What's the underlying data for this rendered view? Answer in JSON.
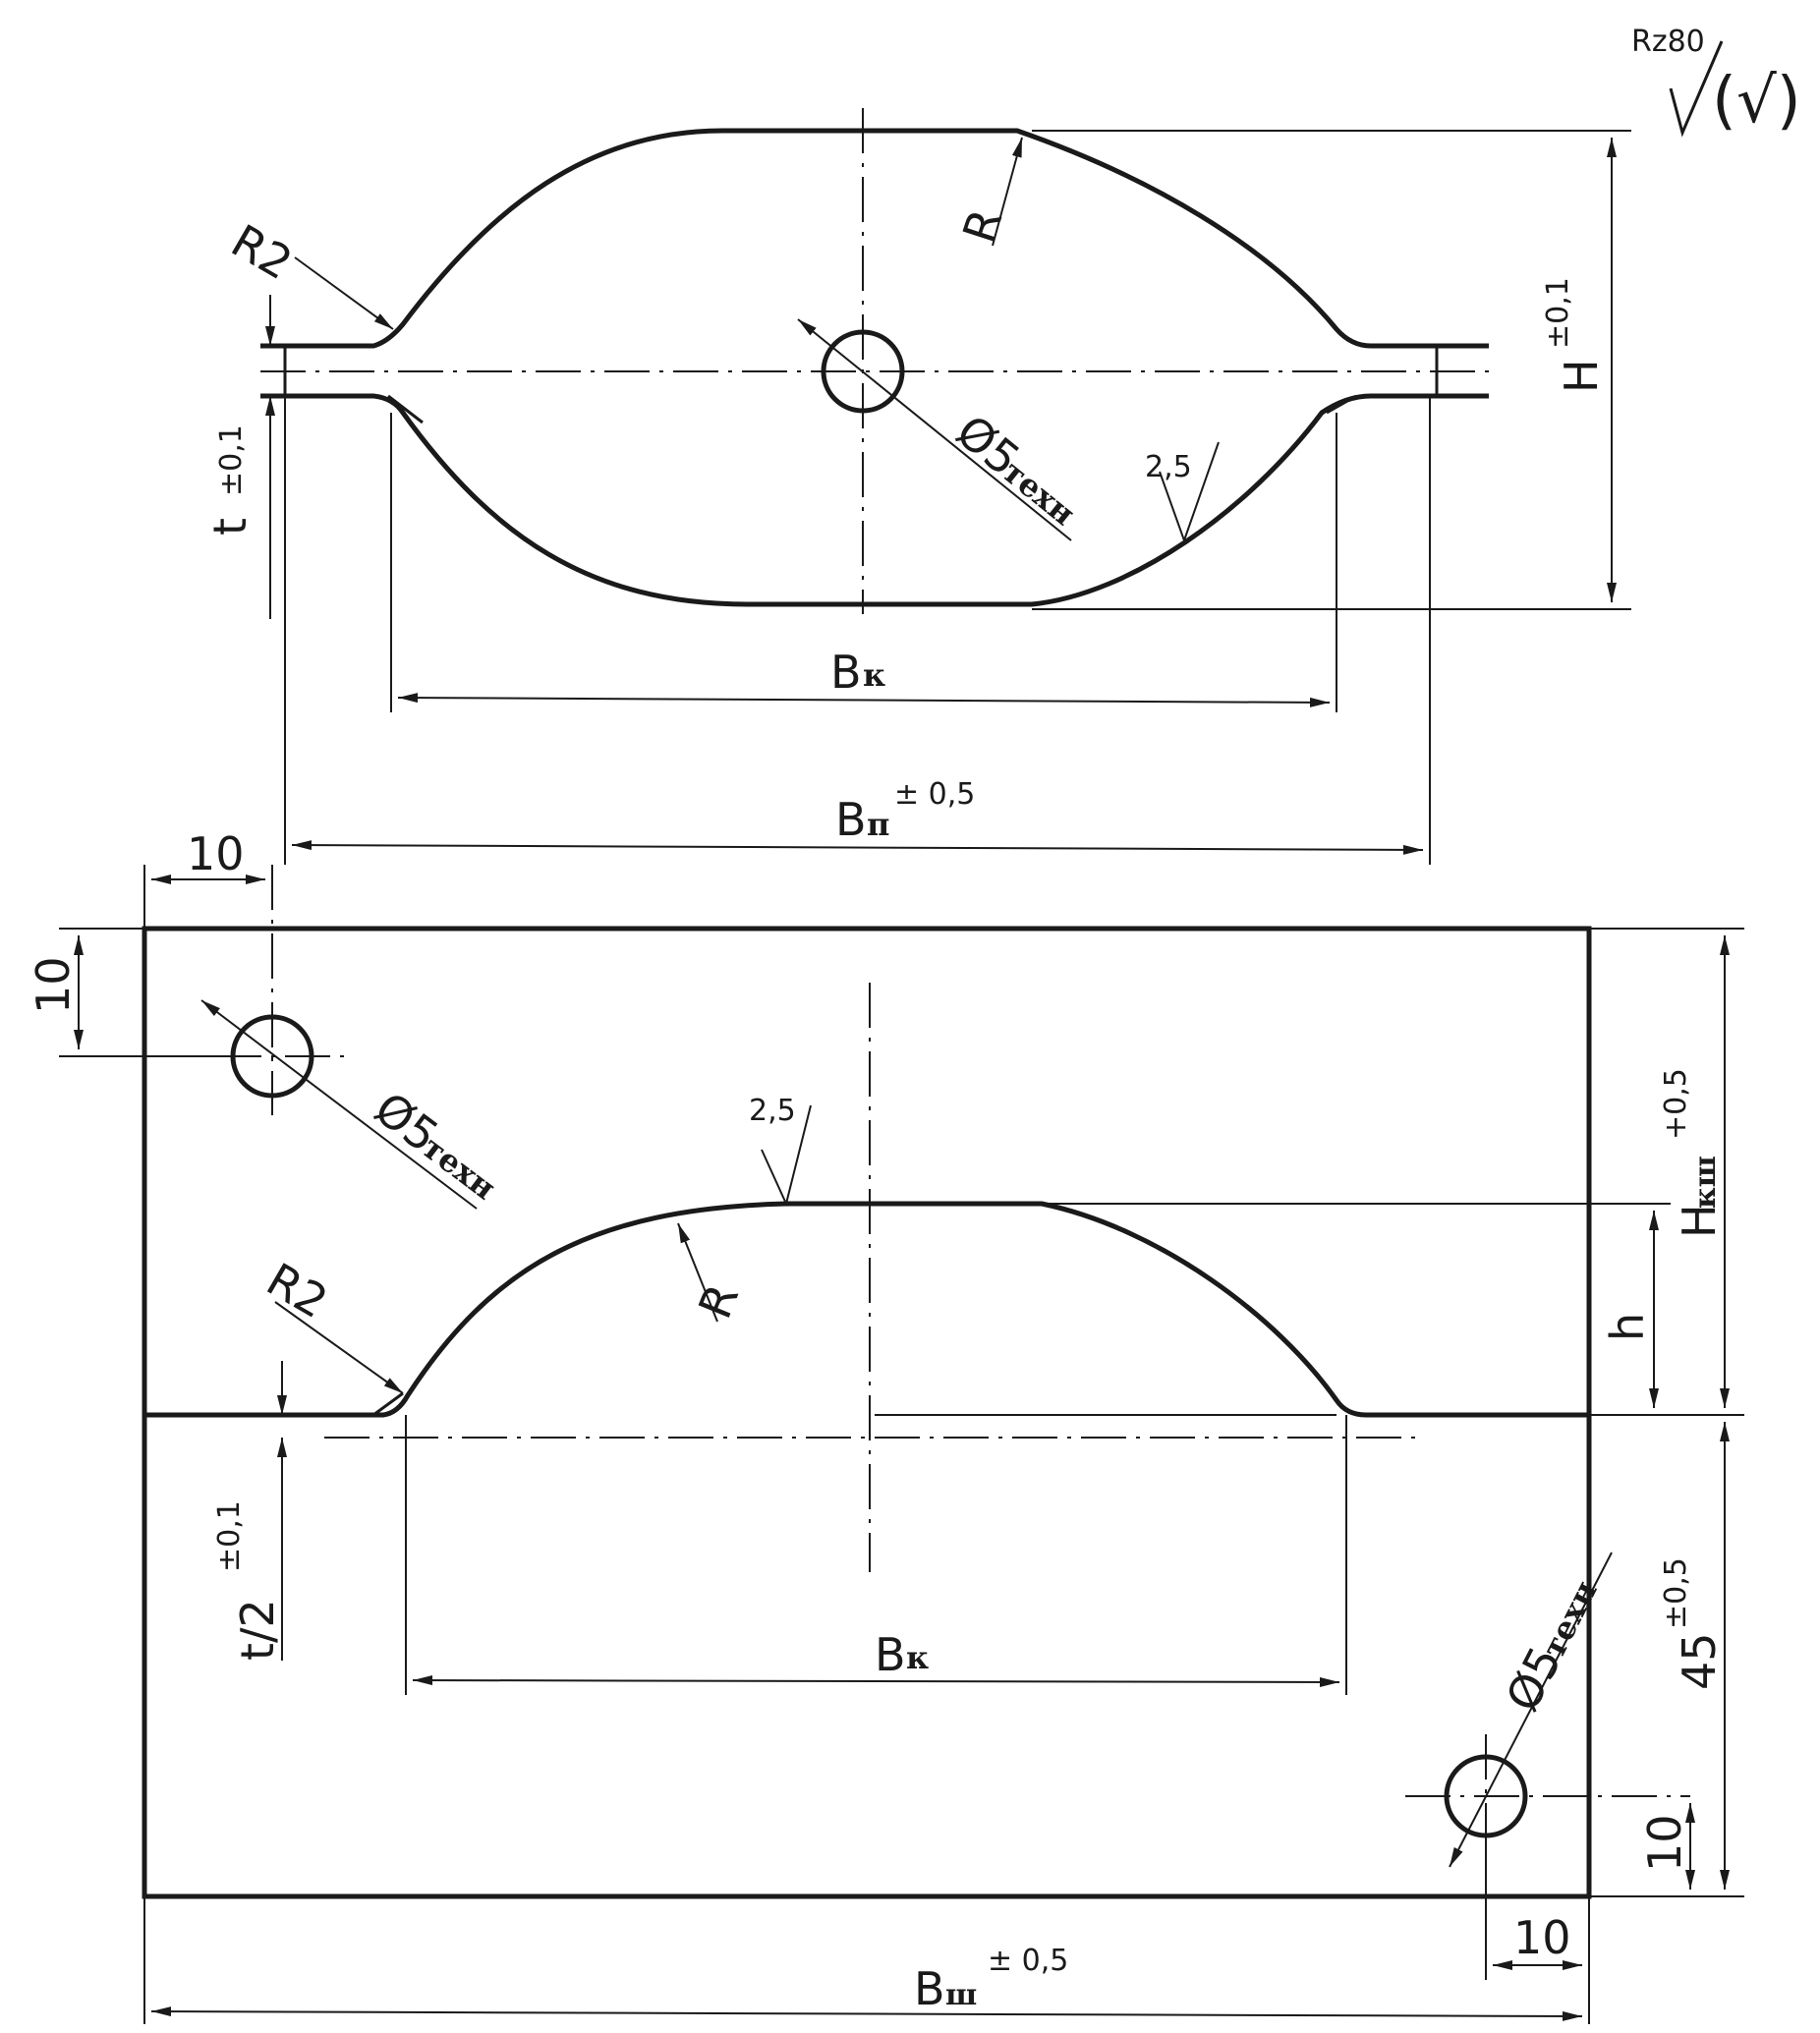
{
  "roughness": {
    "label": "Rz80",
    "bracket": "(√)"
  },
  "top_view": {
    "radius_small": "R2",
    "radius_large": "R",
    "hole": "Ø5",
    "hole_suffix": "техн",
    "roughness_value": "2,5",
    "dim_height": "H",
    "dim_height_tol": "±0,1",
    "dim_thickness": "t",
    "dim_thickness_tol": "±0,1",
    "dim_bk": "B",
    "dim_bk_sub": "к",
    "dim_bp": "B",
    "dim_bp_sub": "п",
    "dim_bp_tol": "± 0,5"
  },
  "bottom_view": {
    "dim_10_top": "10",
    "dim_10_left": "10",
    "hole_tl": "Ø5",
    "hole_tl_suffix": "техн",
    "roughness_value": "2,5",
    "radius_large": "R",
    "radius_small": "R2",
    "dim_half_t": "t/2",
    "dim_half_t_tol": "±0,1",
    "dim_bk": "B",
    "dim_bk_sub": "к",
    "dim_h": "h",
    "dim_hkshch": "H",
    "dim_hkshch_sub": "кш",
    "dim_hkshch_tol": "+0,5",
    "dim_45": "45",
    "dim_45_tol": "±0,5",
    "hole_br": "Ø5",
    "hole_br_suffix": "техн",
    "dim_10_right": "10",
    "dim_10_bottom": "10",
    "dim_bsh": "B",
    "dim_bsh_sub": "ш",
    "dim_bsh_tol": "± 0,5"
  }
}
